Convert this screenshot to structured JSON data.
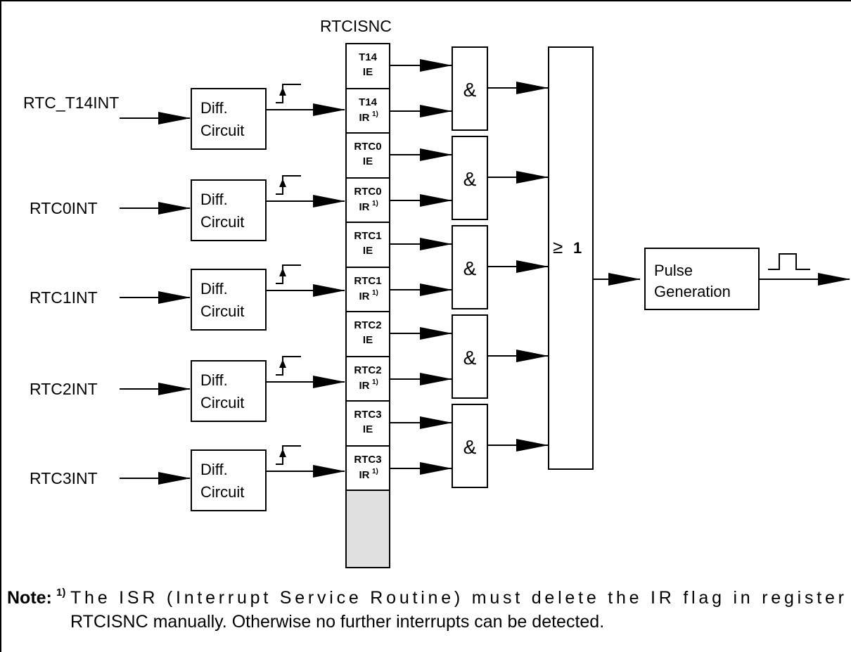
{
  "register": {
    "name": "RTCISNC"
  },
  "channels": [
    {
      "input": "RTC_T14INT",
      "diff_line1": "Diff.",
      "diff_line2": "Circuit",
      "ie_line1": "T14",
      "ie_line2": "IE",
      "ir_line1": "T14",
      "ir_line2": "IR",
      "ir_sup": "1)",
      "gate": "&"
    },
    {
      "input": "RTC0INT",
      "diff_line1": "Diff.",
      "diff_line2": "Circuit",
      "ie_line1": "RTC0",
      "ie_line2": "IE",
      "ir_line1": "RTC0",
      "ir_line2": "IR",
      "ir_sup": "1)",
      "gate": "&"
    },
    {
      "input": "RTC1INT",
      "diff_line1": "Diff.",
      "diff_line2": "Circuit",
      "ie_line1": "RTC1",
      "ie_line2": "IE",
      "ir_line1": "RTC1",
      "ir_line2": "IR",
      "ir_sup": "1)",
      "gate": "&"
    },
    {
      "input": "RTC2INT",
      "diff_line1": "Diff.",
      "diff_line2": "Circuit",
      "ie_line1": "RTC2",
      "ie_line2": "IE",
      "ir_line1": "RTC2",
      "ir_line2": "IR",
      "ir_sup": "1)",
      "gate": "&"
    },
    {
      "input": "RTC3INT",
      "diff_line1": "Diff.",
      "diff_line2": "Circuit",
      "ie_line1": "RTC3",
      "ie_line2": "IE",
      "ir_line1": "RTC3",
      "ir_line2": "IR",
      "ir_sup": "1)",
      "gate": "&"
    }
  ],
  "or_gate": {
    "symbol": "≥",
    "value": "1"
  },
  "pulse_block": {
    "line1": "Pulse",
    "line2": "Generation"
  },
  "note": {
    "label": "Note:",
    "sup": "1)",
    "line1": "The ISR (Interrupt Service Routine) must delete the IR flag in register",
    "line2": "RTCISNC manually. Otherwise no further interrupts can be detected."
  },
  "colors": {
    "stroke": "#000000",
    "register_empty_fill": "#e0e0e0",
    "background": "#ffffff"
  }
}
